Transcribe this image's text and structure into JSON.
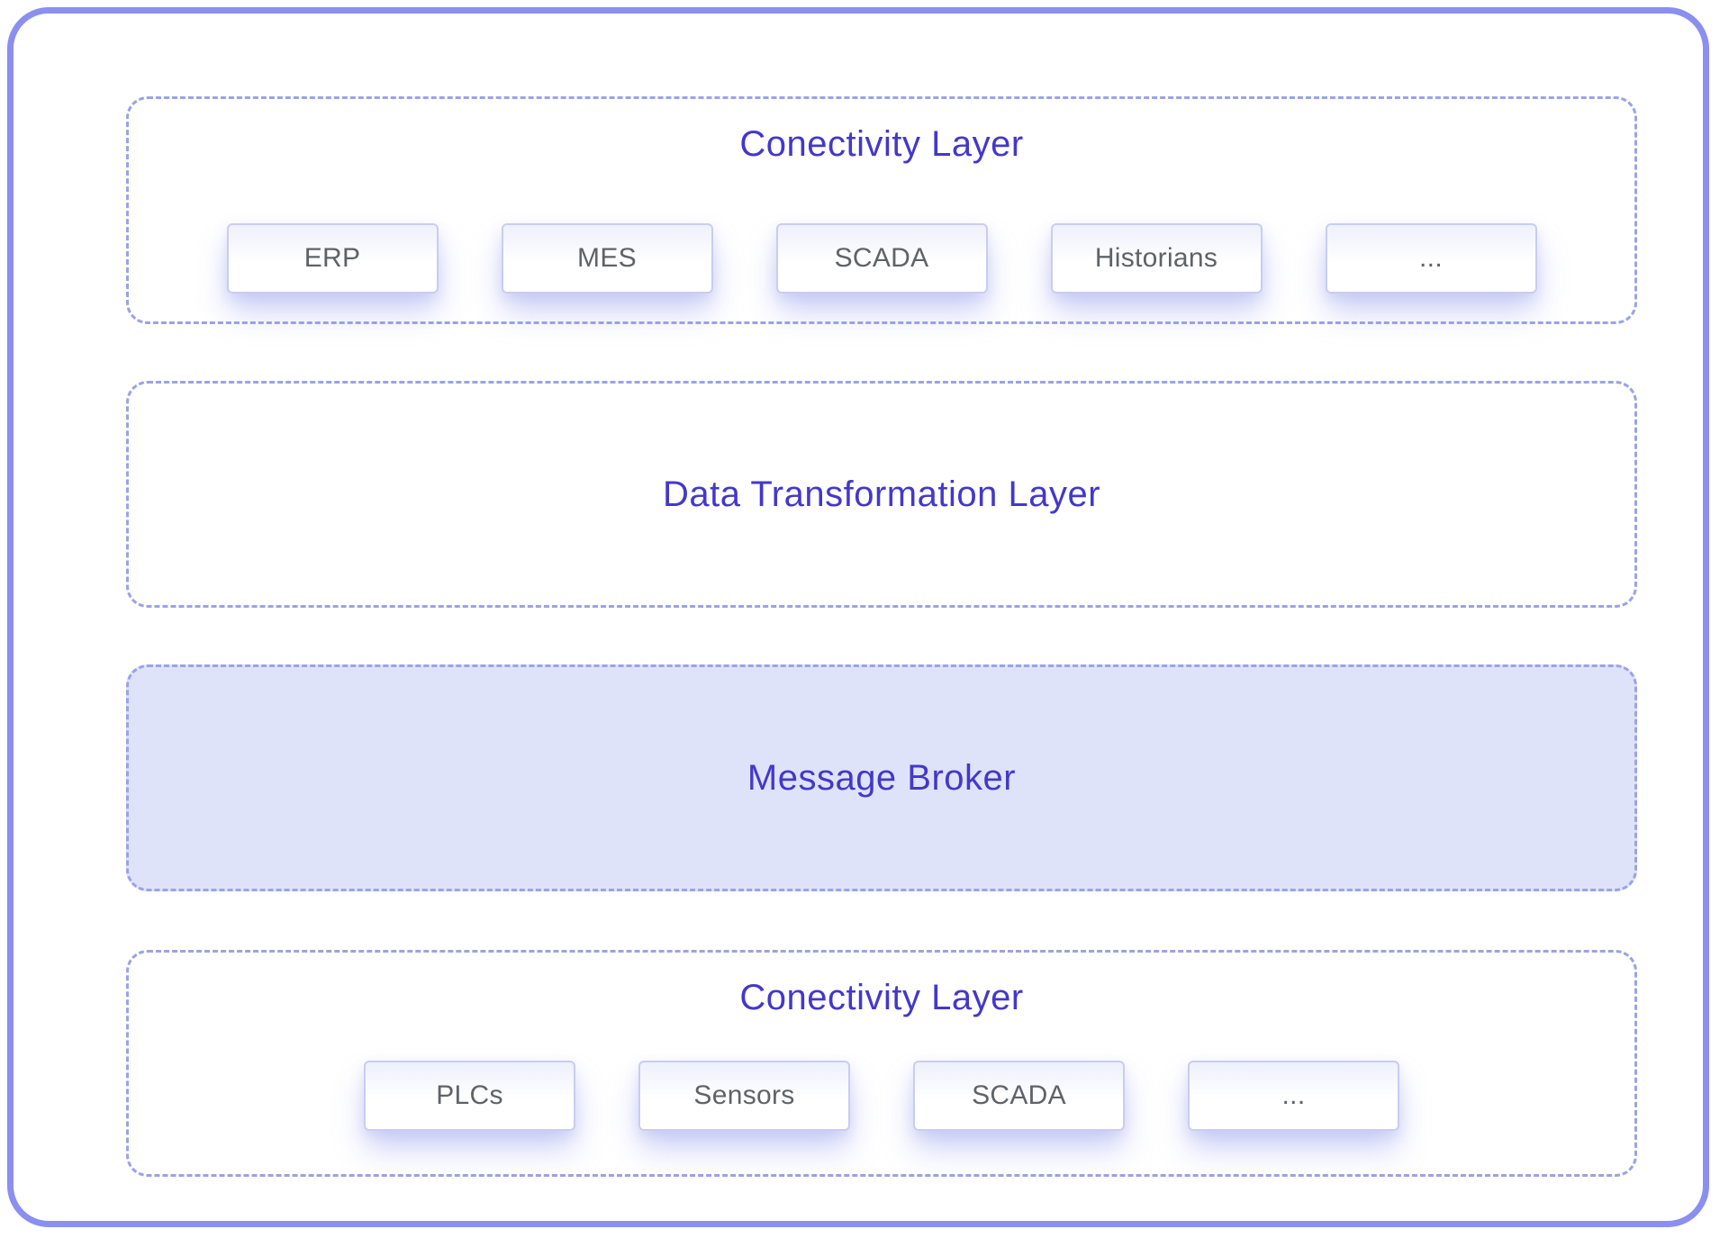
{
  "colors": {
    "outer_border": "#8a8ff0",
    "dashed_border": "#9ba3e6",
    "title_text": "#4338ca",
    "item_text": "#5f6368",
    "item_border": "#c9cdee",
    "message_broker_fill": "#dfe3f9"
  },
  "sections": [
    {
      "id": "connectivity-top",
      "title": "Conectivity Layer",
      "items": [
        "ERP",
        "MES",
        "SCADA",
        "Historians",
        "..."
      ]
    },
    {
      "id": "data-transformation",
      "title": "Data Transformation Layer",
      "items": []
    },
    {
      "id": "message-broker",
      "title": "Message Broker",
      "items": []
    },
    {
      "id": "connectivity-bottom",
      "title": "Conectivity Layer",
      "items": [
        "PLCs",
        "Sensors",
        "SCADA",
        "..."
      ]
    }
  ]
}
